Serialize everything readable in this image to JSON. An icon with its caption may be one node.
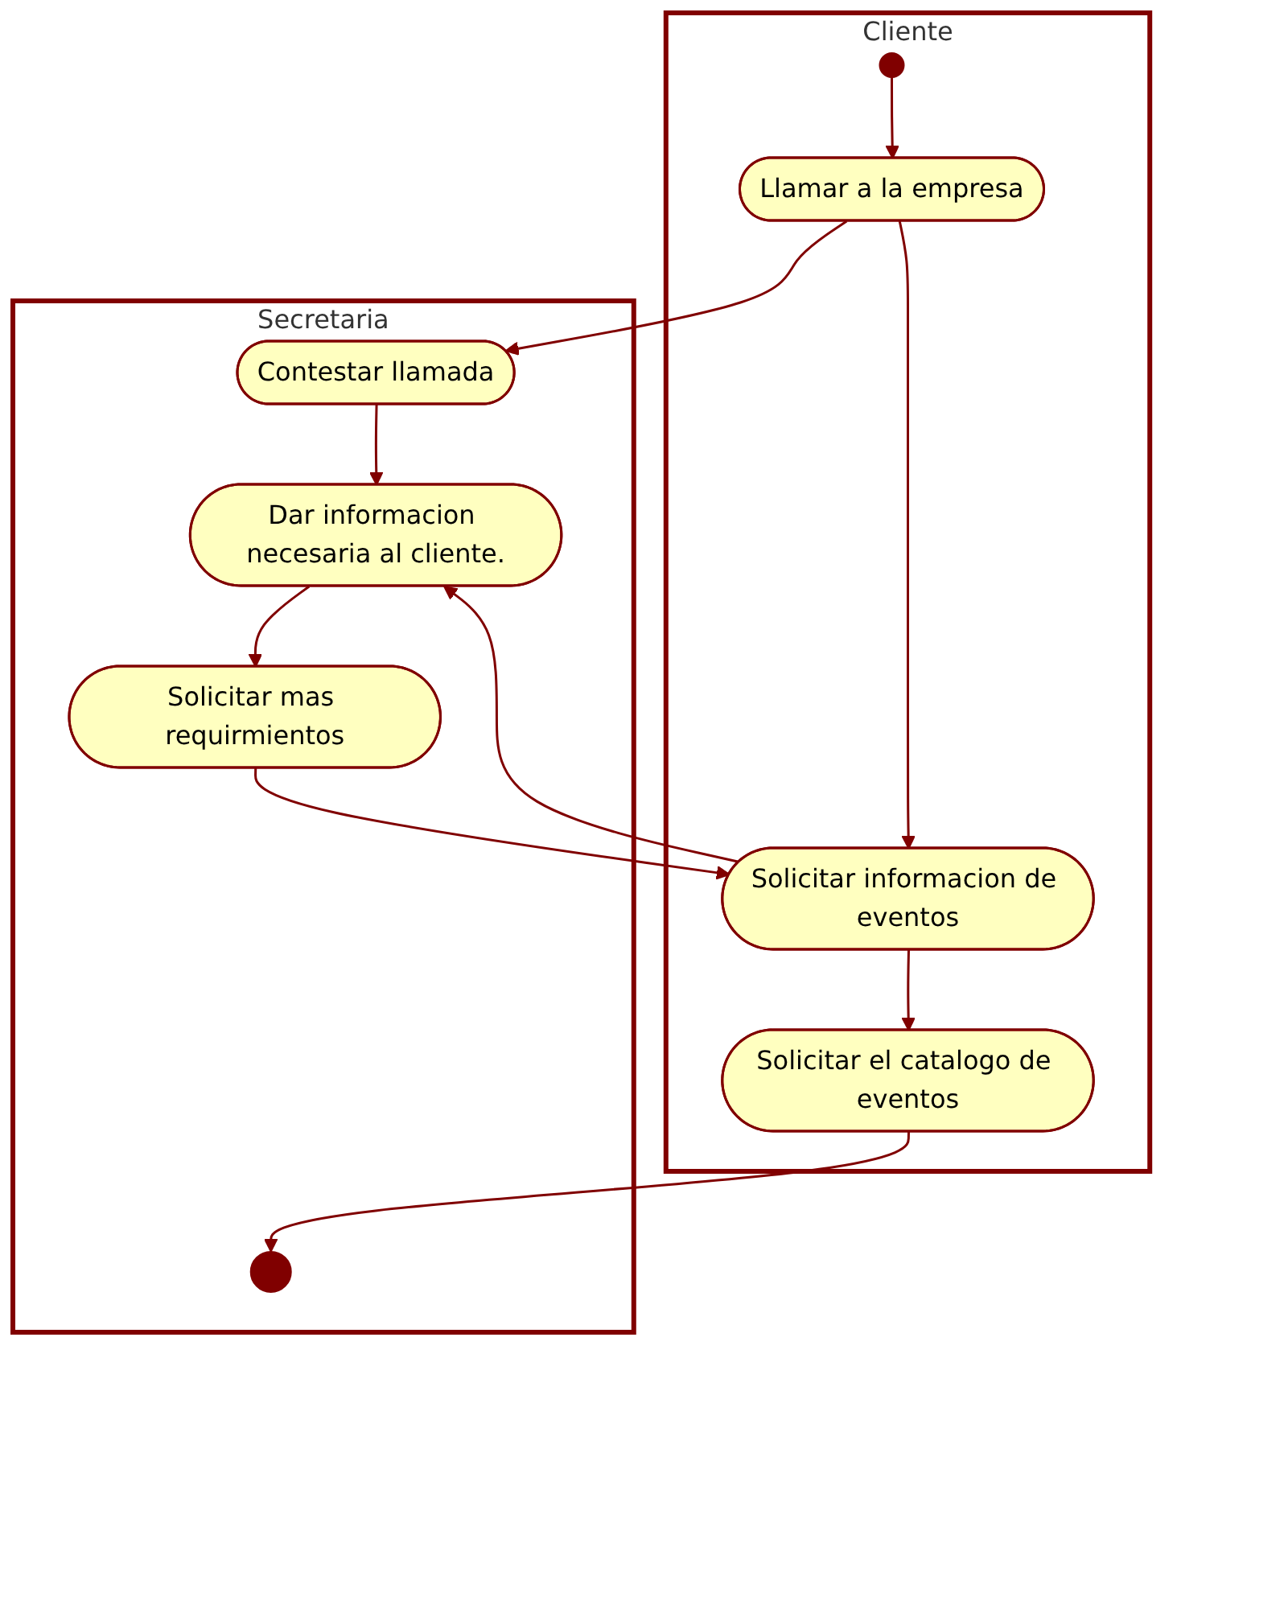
{
  "diagram": {
    "nodes": [
      {
        "text": [
          "Cliente"
        ]
      },
      {
        "text": [
          "Secretaria"
        ]
      },
      {
        "text": [],
        "shape": "circle",
        "in": 0
      },
      {
        "text": [
          "Llamar a la empresa"
        ],
        "in": 0
      },
      {
        "text": [
          "Contestar llamada"
        ],
        "in": 1
      },
      {
        "text": [
          "Solicitar informacion de eventos"
        ],
        "in": 0
      },
      {
        "text": [
          "Dar informacion necesaria al cliente."
        ],
        "in": 1
      },
      {
        "text": [
          "Solicitar mas requirmientos"
        ],
        "in": 1
      },
      {
        "text": [
          "Solicitar el catalogo de eventos"
        ],
        "in": 0
      },
      {
        "text": [],
        "shape": "circle",
        "in": 1
      }
    ],
    "edges": [
      {
        "from": 2,
        "to": 3,
        "arrow": "to"
      },
      {
        "from": 3,
        "to": 4,
        "arrow": "to"
      },
      {
        "from": 3,
        "to": 5,
        "arrow": "to"
      },
      {
        "from": 4,
        "to": 6,
        "arrow": "to"
      },
      {
        "from": 5,
        "to": 6,
        "arrow": "to"
      },
      {
        "from": 6,
        "to": 7,
        "arrow": "to"
      },
      {
        "from": 7,
        "to": 5,
        "arrow": "to"
      },
      {
        "from": 5,
        "to": 8,
        "arrow": "to"
      },
      {
        "from": 8,
        "to": 9,
        "arrow": "to"
      }
    ]
  }
}
